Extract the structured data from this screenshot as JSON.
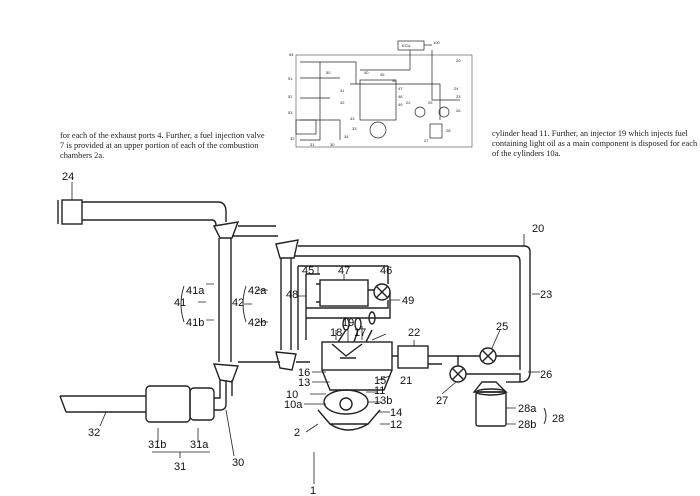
{
  "text": {
    "left_paragraph": "for each of the exhaust ports 4. Further, a fuel injection valve 7 is provided at an upper portion of each of the combustion chambers 2a.",
    "right_paragraph": "cylinder head 11. Further, an injector 19 which injects fuel containing light oil as a main component is disposed for each of the cylinders 10a."
  },
  "thumbnail": {
    "labels": [
      "ECU",
      "100",
      "54",
      "51",
      "52",
      "53",
      "50",
      "40",
      "41",
      "42",
      "43",
      "45",
      "46",
      "47",
      "48",
      "49",
      "30",
      "31",
      "32",
      "33",
      "34",
      "20",
      "22",
      "23",
      "24",
      "25",
      "26",
      "27",
      "28"
    ]
  },
  "labels": {
    "l24": "24",
    "l20": "20",
    "l23": "23",
    "l41": "41",
    "l41a": "41a",
    "l41b": "41b",
    "l42": "42",
    "l42a": "42a",
    "l42b": "42b",
    "l45": "45",
    "l47": "47",
    "l46": "46",
    "l48": "48",
    "l49": "49",
    "l19": "19",
    "l18": "18",
    "l17": "17",
    "l22": "22",
    "l25": "25",
    "l16": "16",
    "l13": "13",
    "l15": "15",
    "l21": "21",
    "l10": "10",
    "l10a": "10a",
    "l13b": "13b",
    "l11": "11",
    "l14": "14",
    "l12": "12",
    "l2": "2",
    "l1": "1",
    "l26": "26",
    "l27": "27",
    "l28a": "28a",
    "l28b": "28b",
    "l28": "28",
    "l32": "32",
    "l31b": "31b",
    "l31a": "31a",
    "l31": "31",
    "l30": "30"
  }
}
